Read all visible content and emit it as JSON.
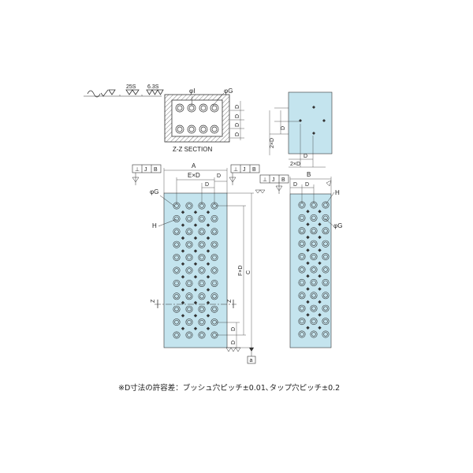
{
  "colors": {
    "plate": "#c4e4ee",
    "line": "#333333",
    "hatch": "#555555"
  },
  "surface_finish": {
    "symbol1": "25S",
    "symbol2": "6.3S"
  },
  "section_view": {
    "title": "Z-Z SECTION",
    "label_phi_i": "φI",
    "label_phi_g": "φG",
    "dims_right": [
      "D",
      "D",
      "D",
      "D"
    ]
  },
  "detail_view": {
    "dim_vertical": "2×D",
    "dim_d_vertical": "D",
    "dim_d_bottom": "D",
    "dim_horizontal": "2×D"
  },
  "front_view": {
    "tolerance_left": [
      "⊥",
      "J",
      "B"
    ],
    "tolerance_right": [
      "⊥",
      "J",
      "B"
    ],
    "dim_a": "A",
    "dim_exd": "E×D",
    "dim_d1": "D",
    "dim_d2": "D",
    "label_phi_g": "φG",
    "label_h": "H",
    "dim_fxd": "F×D",
    "dim_c": "C",
    "section_mark_left": "Z",
    "section_mark_right": "Z",
    "dim_d_lower1": "D",
    "dim_d_lower2": "D",
    "datum_a": "a"
  },
  "side_view": {
    "tolerance": [
      "⊥",
      "J",
      "B"
    ],
    "dim_b": "B",
    "dim_d1": "D",
    "dim_d2": "D",
    "label_h": "H",
    "label_phi_g": "φG"
  },
  "footnote": "※D寸法の許容差：ブッシュ穴ピッチ±0.01､タップ穴ピッチ±0.2"
}
